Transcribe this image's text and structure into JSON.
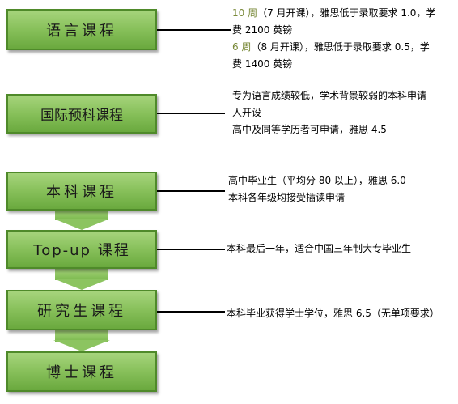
{
  "boxes": {
    "language": "语言课程",
    "foundation": "国际预科课程",
    "undergrad": "本科课程",
    "topup": "Top-up 课程",
    "postgrad": "研究生课程",
    "phd": "博士课程"
  },
  "notes": {
    "language": {
      "line1_weeks": "10 周",
      "line1_rest": "（7 月开课），雅思低于录取要求 1.0，学",
      "line2": "费 2100 英镑",
      "line3_weeks": "6 周",
      "line3_rest": "（8 月开课），雅思低于录取要求 0.5，学",
      "line4": "费 1400 英镑"
    },
    "foundation": {
      "line1": "专为语言成绩较低，学术背景较弱的本科申请",
      "line2": "人开设",
      "line3": "高中及同等学历者可申请，雅思 4.5"
    },
    "undergrad": {
      "line1": "高中毕业生（平均分 80 以上），雅思 6.0",
      "line2": "本科各年级均接受插读申请"
    },
    "topup": {
      "line1": "本科最后一年，适合中国三年制大专毕业生"
    },
    "postgrad": {
      "line1": "本科毕业获得学士学位，雅思 6.5（无单项要求）"
    }
  }
}
